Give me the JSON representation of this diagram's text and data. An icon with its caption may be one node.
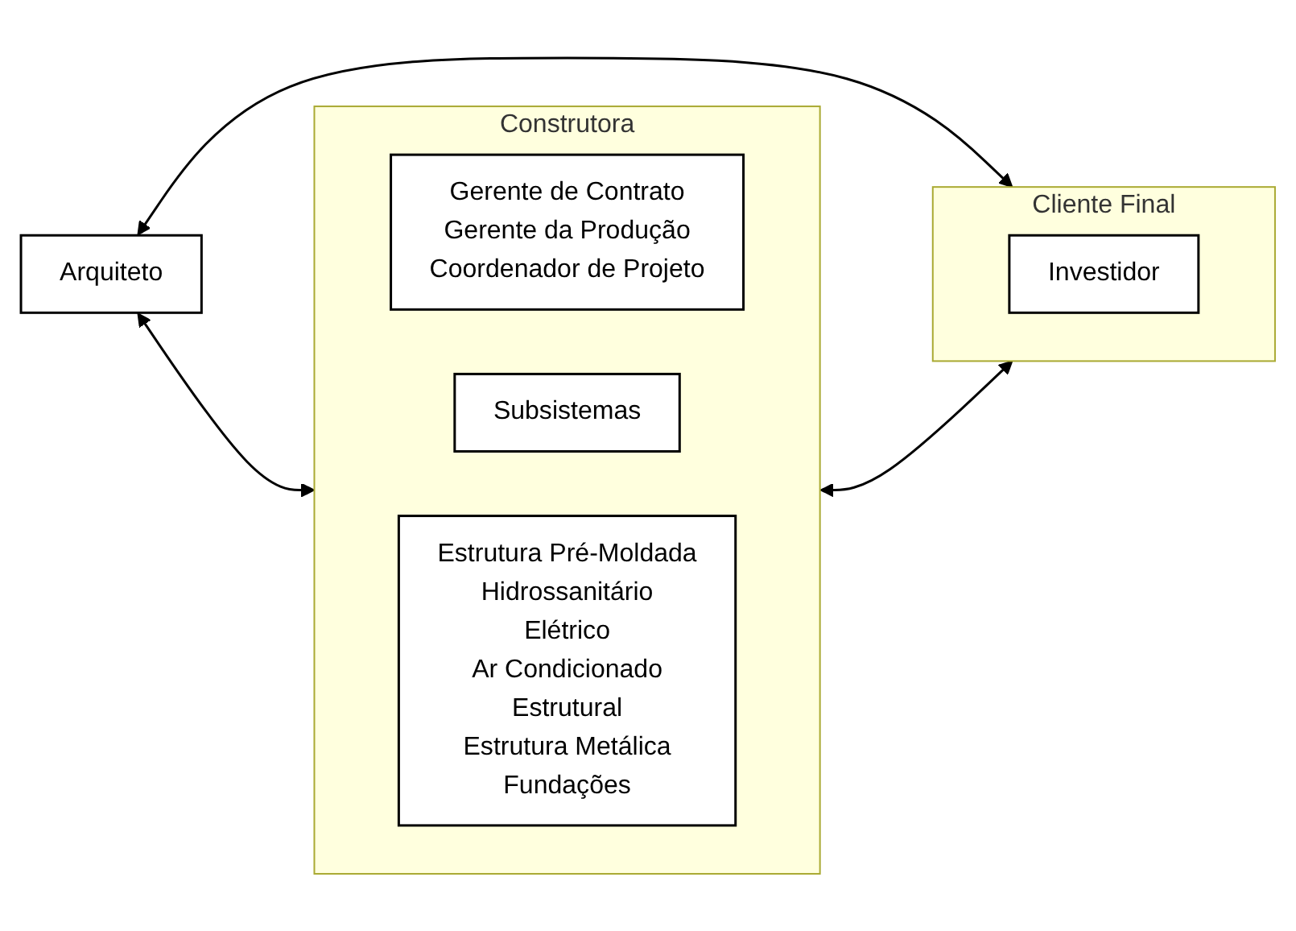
{
  "diagram": {
    "nodes": [
      {
        "text": [
          "Arquiteto"
        ]
      },
      {
        "text": [
          "Cliente Final"
        ]
      },
      {
        "text": [
          "Investidor"
        ],
        "in": 1
      },
      {
        "text": [
          "Construtora"
        ]
      },
      {
        "text": [
          "Gerente de Contrato",
          "Gerente da Produção",
          "Coordenador de Projeto"
        ],
        "in": 3
      },
      {
        "text": [
          "Subsistemas"
        ],
        "in": 3
      },
      {
        "text": [
          "Estrutura Pré-Moldada",
          "Hidrossanitário",
          "Elétrico",
          "Ar Condicionado",
          "Estrutural",
          "Estrutura Metálica",
          "Fundações"
        ],
        "in": 3
      }
    ],
    "edges": [
      {
        "from": 0,
        "to": 1,
        "arrow": "both"
      },
      {
        "from": 0,
        "to": 3,
        "arrow": "both"
      },
      {
        "from": 3,
        "to": 1,
        "arrow": "both"
      }
    ]
  }
}
